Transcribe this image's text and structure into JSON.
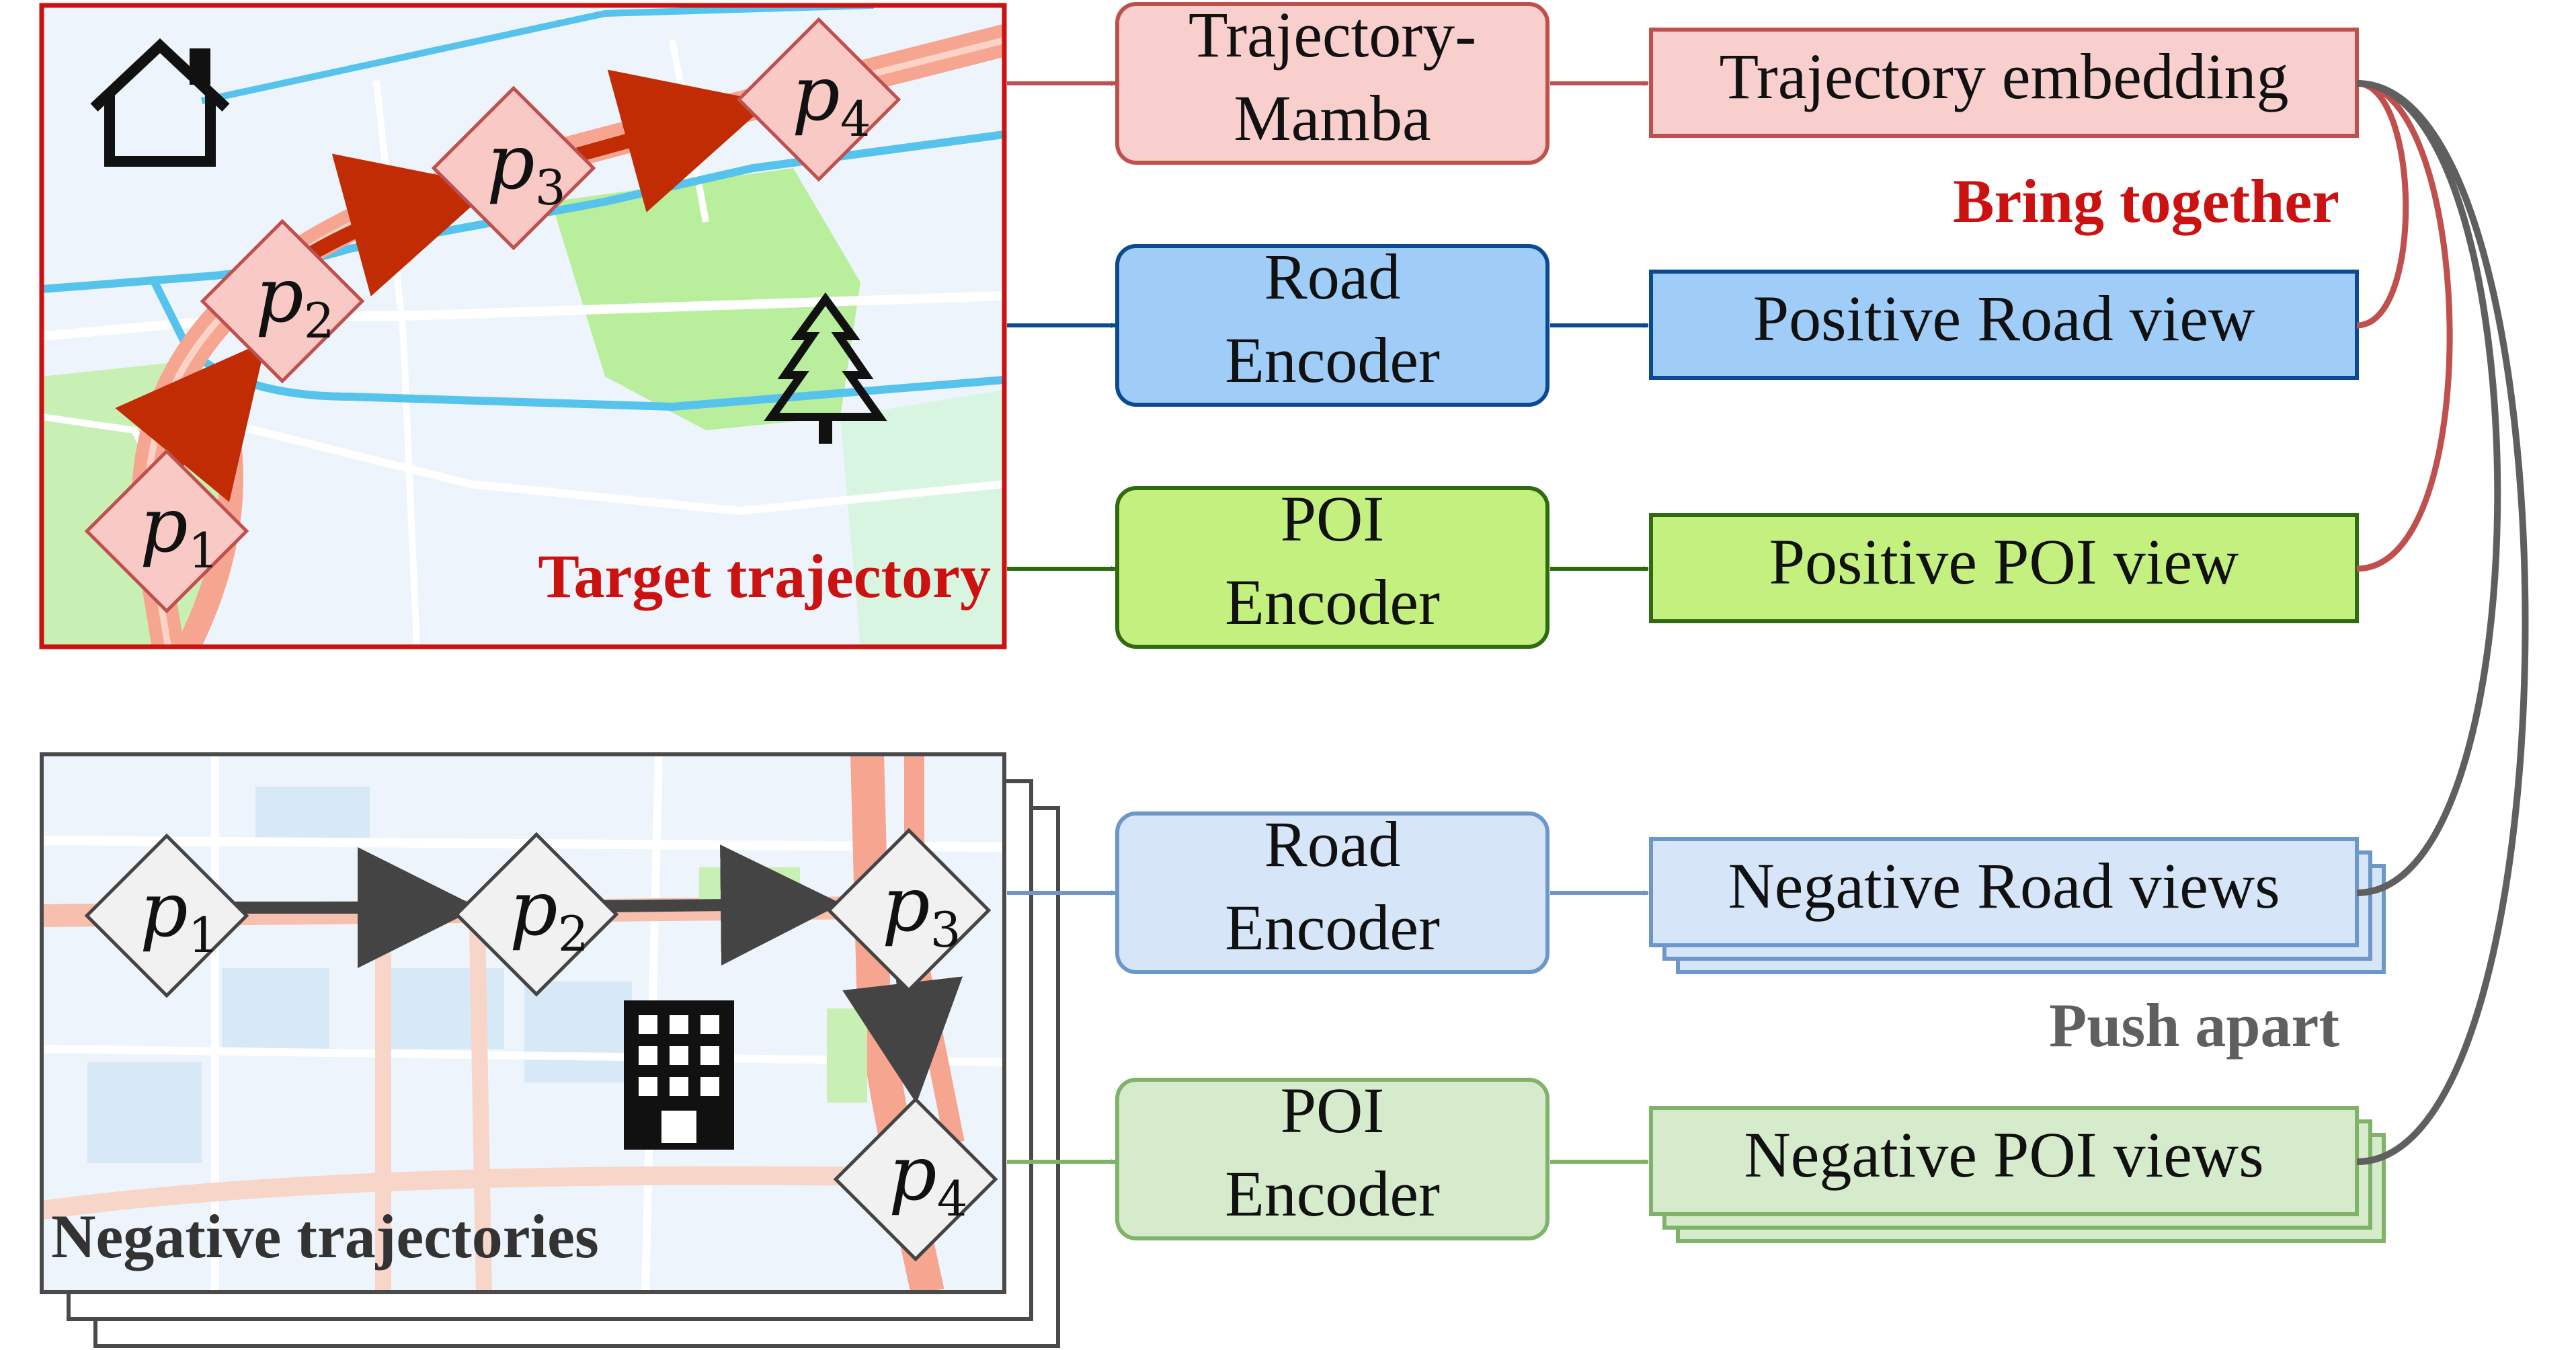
{
  "colors": {
    "target_red": "#cc1111",
    "traj_fill": "#f8cfcc",
    "traj_stroke": "#c0504d",
    "road_fill": "#9fcdf8",
    "road_stroke": "#0b4a91",
    "poi_fill": "#c4f07f",
    "poi_stroke": "#2f6b0f",
    "neg_road_fill": "#d6e6f8",
    "neg_road_stroke": "#6d97c9",
    "neg_poi_fill": "#d6ebcc",
    "neg_poi_stroke": "#80b36a",
    "gray": "#5f5f5f"
  },
  "target": {
    "label": "Target trajectory",
    "points": [
      {
        "base": "p",
        "sub": "1"
      },
      {
        "base": "p",
        "sub": "2"
      },
      {
        "base": "p",
        "sub": "3"
      },
      {
        "base": "p",
        "sub": "4"
      }
    ],
    "icons": [
      "home-icon",
      "tree-icon"
    ]
  },
  "negative": {
    "label": "Negative trajectories",
    "points": [
      {
        "base": "p",
        "sub": "1"
      },
      {
        "base": "p",
        "sub": "2"
      },
      {
        "base": "p",
        "sub": "3"
      },
      {
        "base": "p",
        "sub": "4"
      }
    ],
    "icons": [
      "building-icon"
    ]
  },
  "encoders": {
    "trajectory": [
      "Trajectory-",
      "Mamba"
    ],
    "road_pos": [
      "Road",
      "Encoder"
    ],
    "poi_pos": [
      "POI",
      "Encoder"
    ],
    "road_neg": [
      "Road",
      "Encoder"
    ],
    "poi_neg": [
      "POI",
      "Encoder"
    ]
  },
  "outputs": {
    "traj_embedding": "Trajectory embedding",
    "pos_road": "Positive Road view",
    "pos_poi": "Positive POI view",
    "neg_road": "Negative Road views",
    "neg_poi": "Negative POI views"
  },
  "annotations": {
    "bring_together": "Bring together",
    "push_apart": "Push apart"
  }
}
